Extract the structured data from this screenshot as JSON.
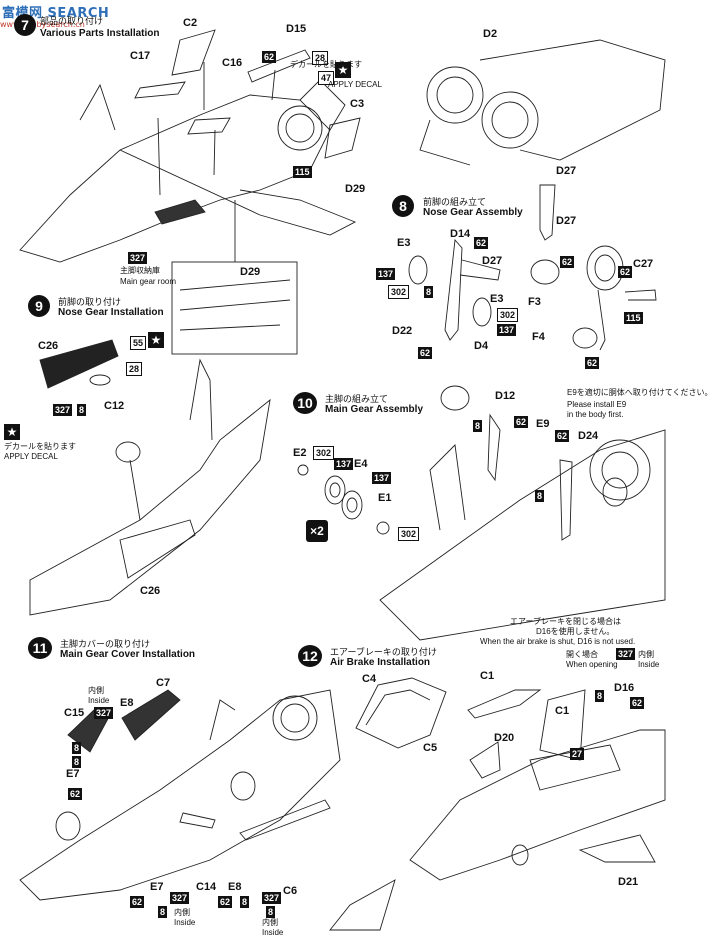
{
  "watermark": {
    "brand": "富模网 SEARCH",
    "url": "www.hobbysearch.cn"
  },
  "steps": {
    "s7": {
      "jp": "部品の取り付け",
      "en": "Various Parts Installation"
    },
    "s8": {
      "num": "8",
      "jp": "前脚の組み立て",
      "en": "Nose Gear Assembly"
    },
    "s9": {
      "num": "9",
      "jp": "前脚の取り付け",
      "en": "Nose Gear Installation"
    },
    "s10": {
      "num": "10",
      "jp": "主脚の組み立て",
      "en": "Main Gear Assembly"
    },
    "s11": {
      "num": "11",
      "jp": "主脚カバーの取り付け",
      "en": "Main Gear Cover Installation"
    },
    "s12": {
      "num": "12",
      "jp": "エアーブレーキの取り付け",
      "en": "Air Brake Installation"
    }
  },
  "notes": {
    "decal_jp": "デカールを貼ります",
    "decal_en": "APPLY DECAL",
    "main_gear_room_jp": "主脚収納庫",
    "main_gear_room_en": "Main gear room",
    "e9_jp": "E9を適切に胴体へ取り付けてください。",
    "e9_en_1": "Please install E9",
    "e9_en_2": "in the body first.",
    "airbrake_jp_1": "エアーブレーキを閉じる場合は",
    "airbrake_jp_2": "D16を使用しません。",
    "airbrake_en": "When the air brake is shut, D16 is not used.",
    "opening_jp": "開く場合",
    "opening_en": "When opening",
    "inside_jp": "内側",
    "inside_en": "Inside",
    "x2": "×2"
  },
  "parts": {
    "C2": "C2",
    "C17": "C17",
    "C16": "C16",
    "D15": "D15",
    "C3": "C3",
    "D29": "D29",
    "D2": "D2",
    "D27": "D27",
    "D14": "D14",
    "E3": "E3",
    "D22": "D22",
    "D4": "D4",
    "C27": "C27",
    "F3": "F3",
    "F4": "F4",
    "C26": "C26",
    "C12": "C12",
    "D12": "D12",
    "E9": "E9",
    "D24": "D24",
    "E2": "E2",
    "E4": "E4",
    "E1": "E1",
    "C7": "C7",
    "C15": "C15",
    "E8": "E8",
    "E7": "E7",
    "C14": "C14",
    "C6": "C6",
    "C4": "C4",
    "C5": "C5",
    "C1": "C1",
    "D16": "D16",
    "D20": "D20",
    "D21": "D21"
  },
  "colors": {
    "c62": "62",
    "c28": "28",
    "c47": "47",
    "c115": "115",
    "c327": "327",
    "c137": "137",
    "c302": "302",
    "c8": "8",
    "c55": "55",
    "c27": "27"
  }
}
